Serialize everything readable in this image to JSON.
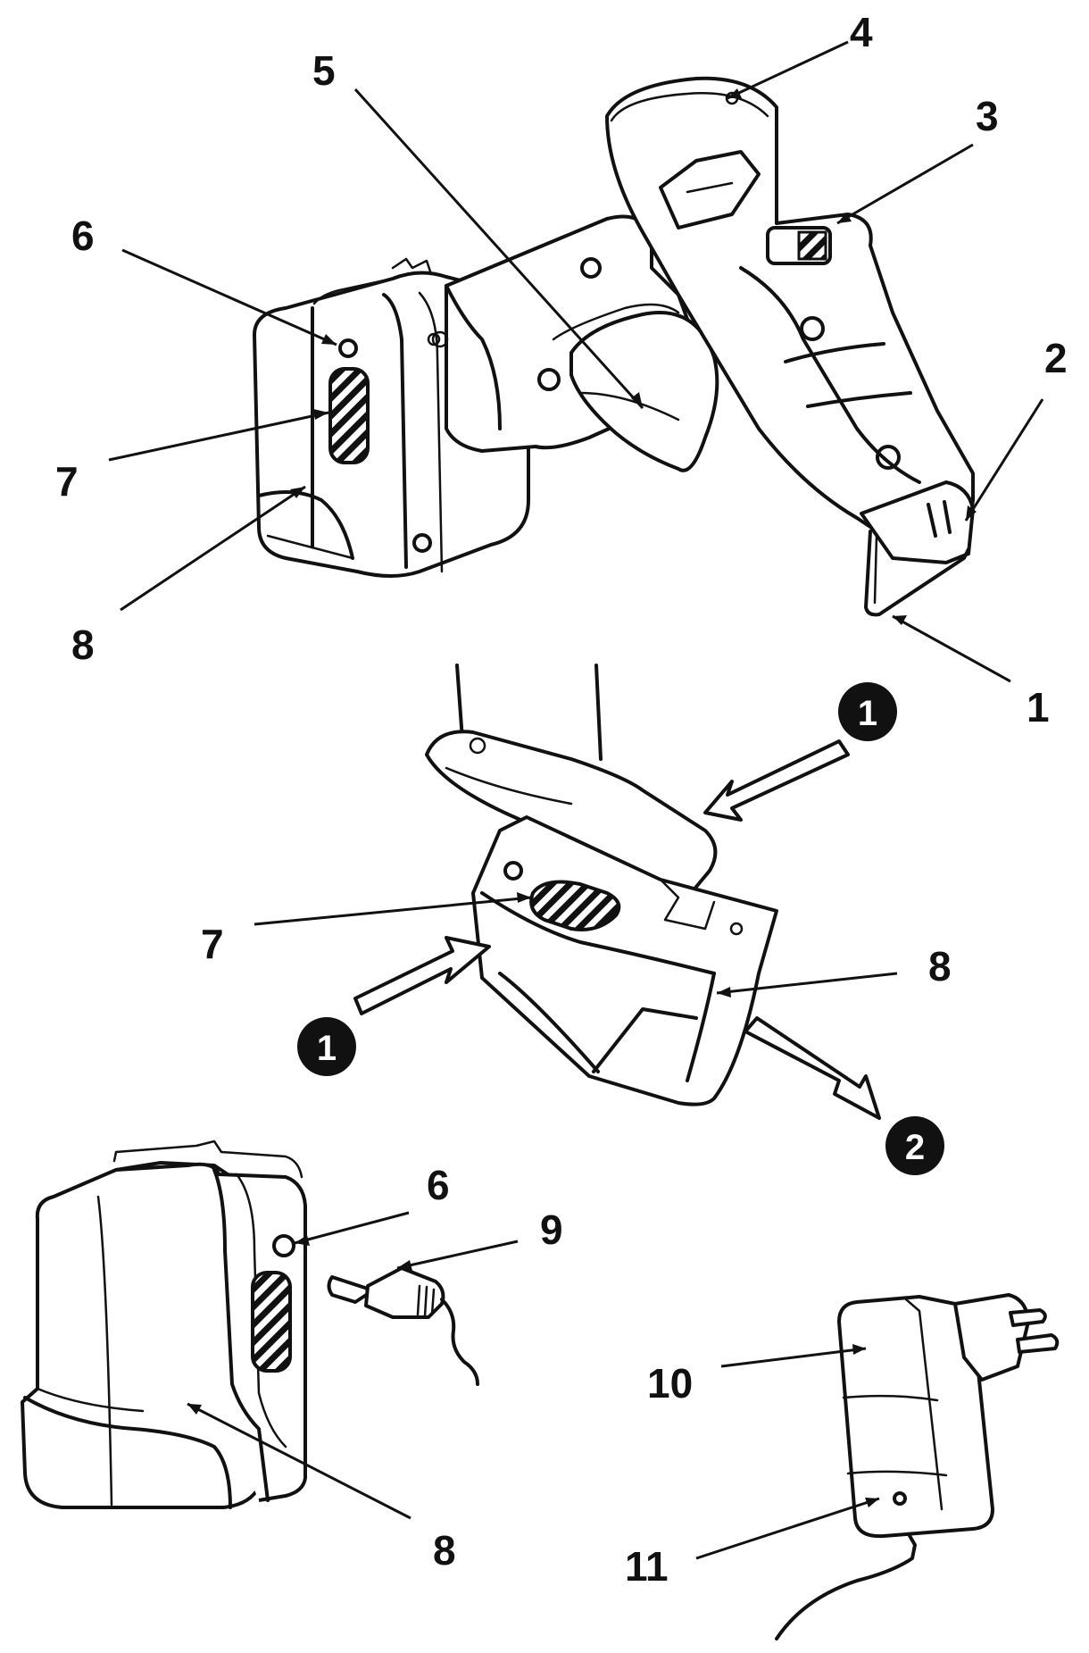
{
  "callouts": {
    "gun": {
      "l1": "1",
      "l2": "2",
      "l3": "3",
      "l4": "4",
      "l5": "5",
      "l6": "6",
      "l7": "7",
      "l8": "8"
    },
    "detach": {
      "l7": "7",
      "l8": "8"
    },
    "battery": {
      "l6": "6",
      "l8": "8"
    },
    "plug": {
      "l9": "9"
    },
    "charger": {
      "l10": "10",
      "l11": "11"
    }
  },
  "steps": {
    "s1a": "1",
    "s1b": "1",
    "s2": "2"
  },
  "icons": {
    "grip": "hatched-grip-icon",
    "step_marker": "numbered-circle-icon",
    "direction": "hollow-arrow-icon"
  },
  "colors": {
    "ink": "#111111",
    "background": "#ffffff"
  }
}
